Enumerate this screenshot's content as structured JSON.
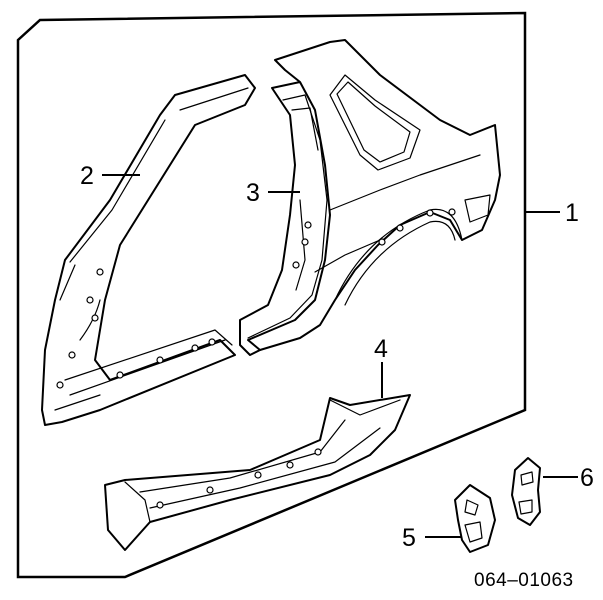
{
  "diagram": {
    "callouts": {
      "c1": "1",
      "c2": "2",
      "c3": "3",
      "c4": "4",
      "c5": "5",
      "c6": "6"
    },
    "ref_code": "064–01063"
  }
}
